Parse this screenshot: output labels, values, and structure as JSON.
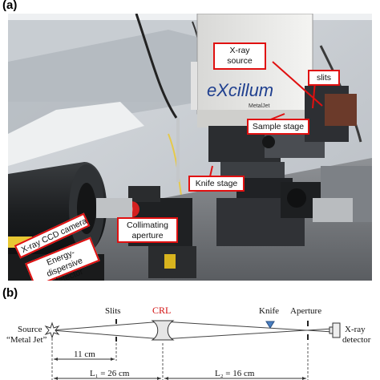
{
  "panels": {
    "a": "(a)",
    "b": "(b)"
  },
  "photo": {
    "brand": "eXcillum",
    "brand_sub": "MetalJet",
    "callouts": {
      "xray_source": "X-ray\nsource",
      "slits": "slits",
      "sample_stage": "Sample stage",
      "knife_stage": "Knife stage",
      "ccd": "X-ray CCD camera",
      "edd": "Energy-dispersive\ndetector",
      "collimating": "Collimating\naperture"
    }
  },
  "diagram": {
    "source": "Source",
    "source_sub": "“Metal Jet”",
    "slits": "Slits",
    "crl": "CRL",
    "knife": "Knife",
    "aperture": "Aperture",
    "detector_1": "X-ray",
    "detector_2": "detector",
    "dist_11": "11 cm",
    "dist_l1": "L₁ = 26 cm",
    "dist_l2": "L₂ = 16 cm"
  },
  "colors": {
    "callout_border": "#e01010",
    "crl_text": "#d21010",
    "knife_marker": "#4a7fc1"
  }
}
